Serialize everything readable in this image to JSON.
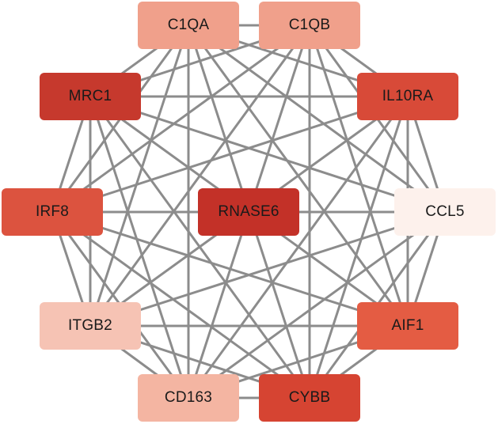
{
  "network": {
    "edge_color": "#8c8c8c",
    "nodes": [
      {
        "id": "C1QA",
        "label": "C1QA",
        "color": "#f0a08b"
      },
      {
        "id": "C1QB",
        "label": "C1QB",
        "color": "#f0a08b"
      },
      {
        "id": "MRC1",
        "label": "MRC1",
        "color": "#c6392d"
      },
      {
        "id": "IL10RA",
        "label": "IL10RA",
        "color": "#d84a38"
      },
      {
        "id": "IRF8",
        "label": "IRF8",
        "color": "#dc533f"
      },
      {
        "id": "RNASE6",
        "label": "RNASE6",
        "color": "#c33128"
      },
      {
        "id": "CCL5",
        "label": "CCL5",
        "color": "#fdf1ec"
      },
      {
        "id": "ITGB2",
        "label": "ITGB2",
        "color": "#f6c3b4"
      },
      {
        "id": "AIF1",
        "label": "AIF1",
        "color": "#e45c43"
      },
      {
        "id": "CD163",
        "label": "CD163",
        "color": "#f4b5a2"
      },
      {
        "id": "CYBB",
        "label": "CYBB",
        "color": "#d64432"
      }
    ]
  }
}
